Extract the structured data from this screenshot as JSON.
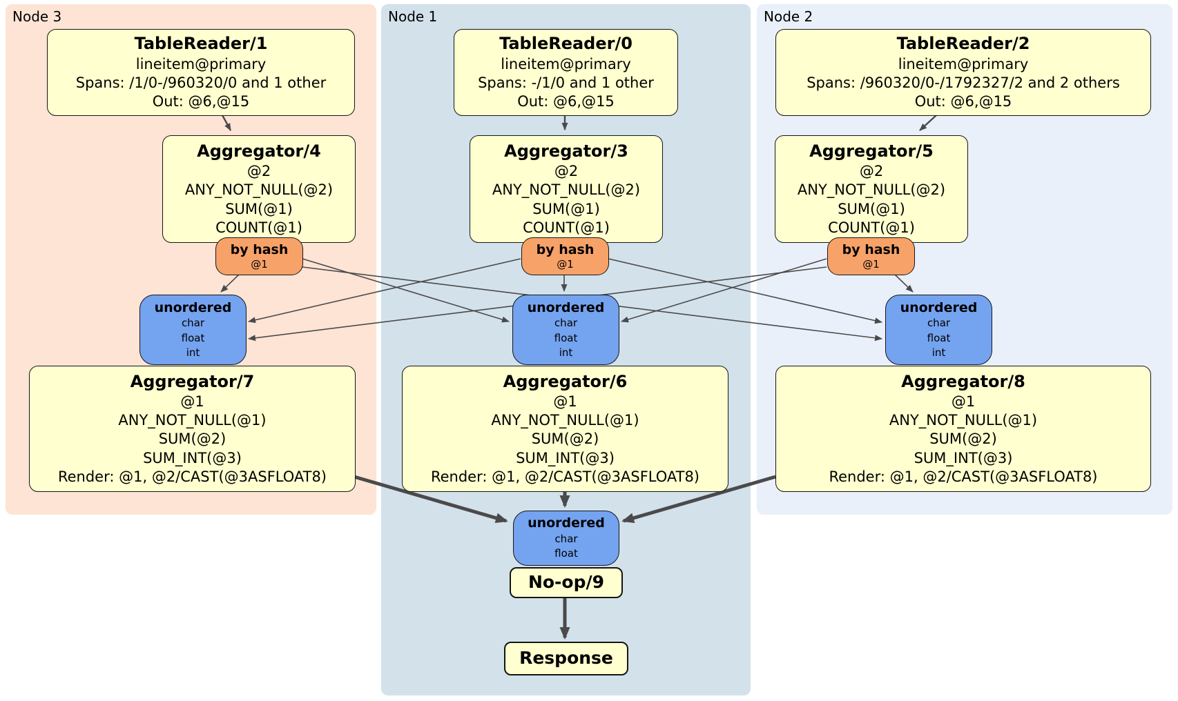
{
  "colors": {
    "canvas_bg": "#ffffff",
    "node3_panel_bg": "#fde4d5",
    "node1_panel_bg": "#d3e1eb",
    "node2_panel_bg": "#eaf0f9",
    "processor_box_bg": "#ffffcf",
    "hash_router_bg": "#f7a269",
    "sync_box_bg": "#74a3f0",
    "edge_color": "#4a4a4a"
  },
  "panels": [
    {
      "label": "Node 3"
    },
    {
      "label": "Node 1"
    },
    {
      "label": "Node 2"
    }
  ],
  "processors": {
    "tr1": {
      "title": "TableReader/1",
      "lines": [
        "lineitem@primary",
        "Spans: /1/0-/960320/0 and 1 other",
        "Out: @6,@15"
      ]
    },
    "tr0": {
      "title": "TableReader/0",
      "lines": [
        "lineitem@primary",
        "Spans: -/1/0 and 1 other",
        "Out: @6,@15"
      ]
    },
    "tr2": {
      "title": "TableReader/2",
      "lines": [
        "lineitem@primary",
        "Spans: /960320/0-/1792327/2 and 2 others",
        "Out: @6,@15"
      ]
    },
    "agg4": {
      "title": "Aggregator/4",
      "lines": [
        "@2",
        "ANY_NOT_NULL(@2)",
        "SUM(@1)",
        "COUNT(@1)"
      ]
    },
    "agg3": {
      "title": "Aggregator/3",
      "lines": [
        "@2",
        "ANY_NOT_NULL(@2)",
        "SUM(@1)",
        "COUNT(@1)"
      ]
    },
    "agg5": {
      "title": "Aggregator/5",
      "lines": [
        "@2",
        "ANY_NOT_NULL(@2)",
        "SUM(@1)",
        "COUNT(@1)"
      ]
    },
    "agg7": {
      "title": "Aggregator/7",
      "lines": [
        "@1",
        "ANY_NOT_NULL(@1)",
        "SUM(@2)",
        "SUM_INT(@3)",
        "Render: @1, @2/CAST(@3ASFLOAT8)"
      ]
    },
    "agg6": {
      "title": "Aggregator/6",
      "lines": [
        "@1",
        "ANY_NOT_NULL(@1)",
        "SUM(@2)",
        "SUM_INT(@3)",
        "Render: @1, @2/CAST(@3ASFLOAT8)"
      ]
    },
    "agg8": {
      "title": "Aggregator/8",
      "lines": [
        "@1",
        "ANY_NOT_NULL(@1)",
        "SUM(@2)",
        "SUM_INT(@3)",
        "Render: @1, @2/CAST(@3ASFLOAT8)"
      ]
    },
    "noop": {
      "title": "No-op/9"
    },
    "response": {
      "title": "Response"
    }
  },
  "routers": {
    "hash": {
      "title": "by hash",
      "sub": "@1"
    }
  },
  "syncs": {
    "unordered3": {
      "title": "unordered",
      "cols": [
        "char",
        "float",
        "int"
      ]
    },
    "unordered2": {
      "title": "unordered",
      "cols": [
        "char",
        "float"
      ]
    }
  }
}
